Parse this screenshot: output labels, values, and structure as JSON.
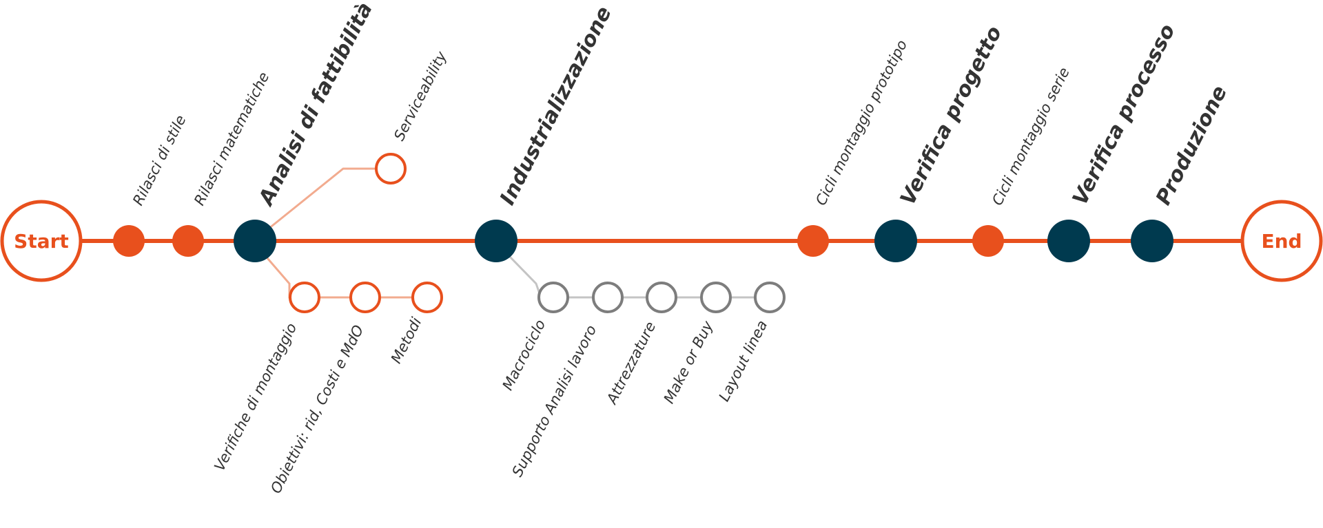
{
  "colors": {
    "orange": "#e8501d",
    "dark": "#003a4f",
    "orange_light": "#f2ab8f",
    "grey": "#7d7d7d",
    "grey_light": "#c4c4c4",
    "text": "#333333"
  },
  "start_label": "Start",
  "end_label": "End",
  "milestones": [
    "Rilasci di stile",
    "Rilasci matematiche",
    "Analisi di fattibilità",
    "Industrializzazione",
    "Cicli montaggio prototipo",
    "Verifica progetto",
    "Cicli montaggio serie",
    "Verifica processo",
    "Produzione"
  ],
  "branch_feasibility_up": [
    "Serviceability"
  ],
  "branch_feasibility_down": [
    "Verifiche di montaggio",
    "Obiettivi: rid, Costi e MdO",
    "Metodi"
  ],
  "branch_industrialization_down": [
    "Macrociclo",
    "Supporto Analisi lavoro",
    "Attrezzature",
    "Make or Buy",
    "Layout linea"
  ]
}
